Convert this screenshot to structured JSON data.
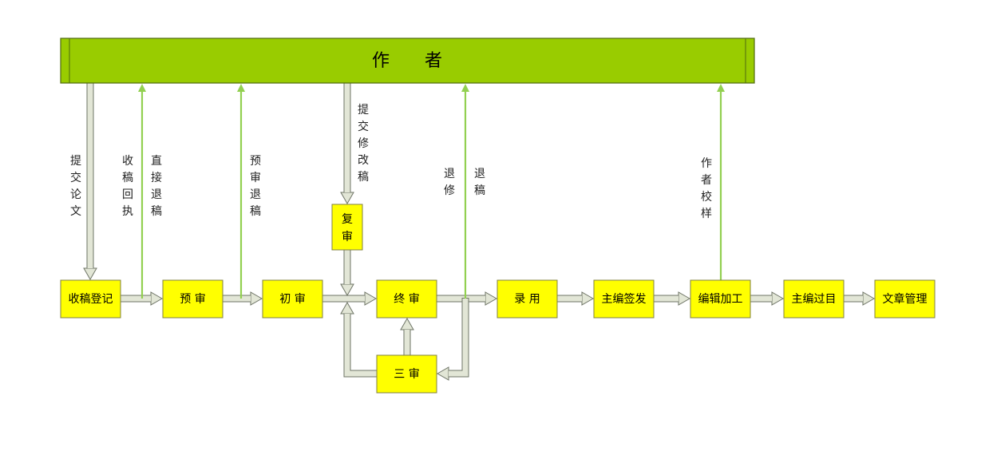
{
  "colors": {
    "banner_fill": "#99CC00",
    "banner_stroke": "#4F6A0F",
    "node_fill": "#FFFF00",
    "node_stroke": "#808040",
    "forward_arrow": "#E2E6D6",
    "forward_arrow_stroke": "#6E7466",
    "return_arrow": "#92D050"
  },
  "banner": {
    "label": "作　　者"
  },
  "nodes": {
    "register": "收稿登记",
    "pre_review": "预 审",
    "first_review": "初 审",
    "final_review": "终 审",
    "re_review": "复审",
    "third_review": "三 审",
    "accept": "录 用",
    "chief_sign": "主编签发",
    "editing": "编辑加工",
    "chief_check": "主编过目",
    "article_mgmt": "文章管理"
  },
  "labels": {
    "submit_paper": "提交论文",
    "receipt": "收稿回执",
    "direct_reject": "直接退稿",
    "pre_reject": "预审退稿",
    "submit_revision": "提交修改稿",
    "revise": "退修",
    "reject": "退稿",
    "proofread": "作者校样"
  }
}
